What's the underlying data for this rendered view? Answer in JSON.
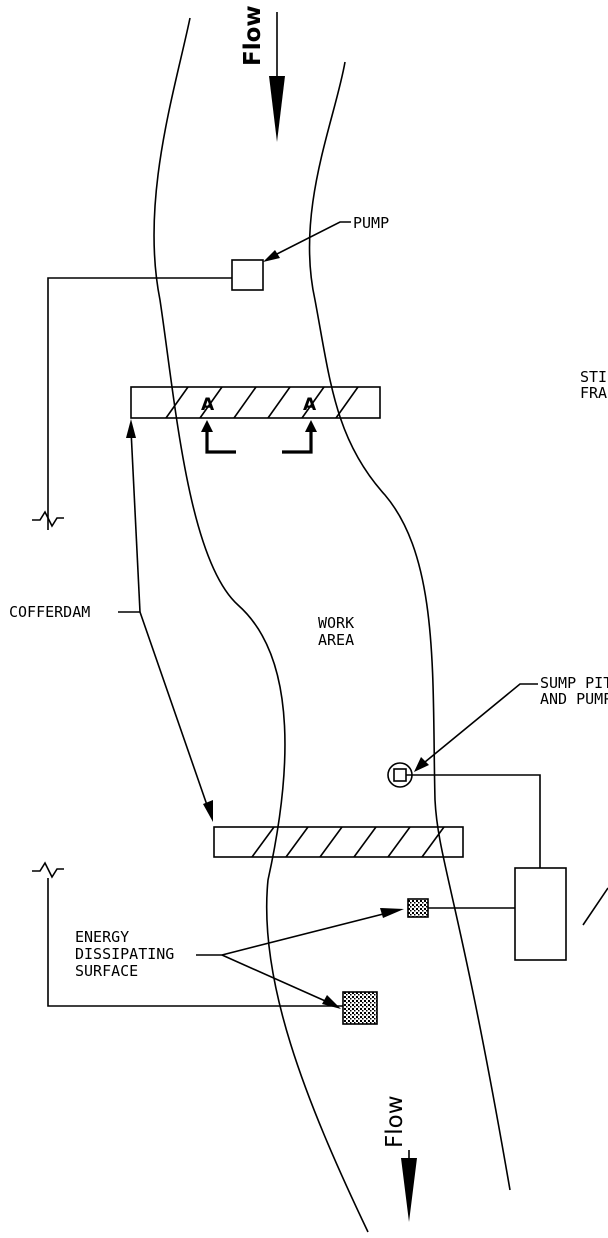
{
  "diagram": {
    "flow_top": "Flow",
    "flow_bottom": "Flow",
    "pump": "PUMP",
    "stream_frame_line1": "STI",
    "stream_frame_line2": "FRA",
    "section_marker_left": "A",
    "section_marker_right": "A",
    "cofferdam": "COFFERDAM",
    "work_area_line1": "WORK",
    "work_area_line2": "AREA",
    "sump_line1": "SUMP PIT",
    "sump_line2": "AND PUMP",
    "energy_line1": "ENERGY",
    "energy_line2": "DISSIPATING",
    "energy_line3": "SURFACE"
  }
}
